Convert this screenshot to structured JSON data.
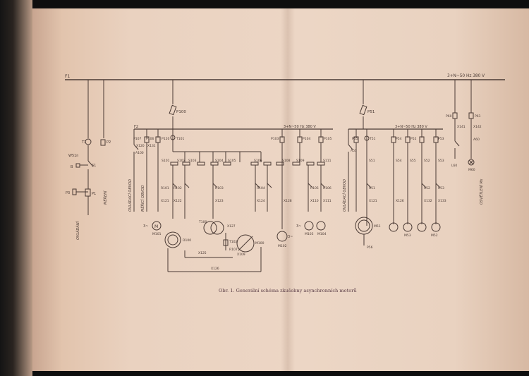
{
  "caption": "Obr. 1. Generální schéma zkušebny asynchronních motorů",
  "main_bus": {
    "left_label": "F1",
    "right_label": "3+N~50 Hz 380 V"
  },
  "feeder_left": "P100",
  "feeder_right": "P51",
  "sub_bus_left": {
    "left_label": "F2",
    "right_label": "3+N~50 Hz 380 V"
  },
  "sub_bus_right": {
    "right_label": "3+N~50 Hz 380 V"
  },
  "left_branch": {
    "items": [
      "T1",
      "P2",
      "W51n",
      "S1",
      "B",
      "P3",
      "P1"
    ],
    "vertical_text": [
      "MĚŘENÍ",
      "OVLÁDÁNÍ"
    ]
  },
  "section_left_top": [
    "P107",
    "P106",
    "P120",
    "T101",
    "P103",
    "P104",
    "P105"
  ],
  "section_left_labels": [
    "X120",
    "X131",
    "A100"
  ],
  "section_left_vertical": [
    "OVLÁDACÍ OBVOD",
    "MĚŘICÍ OBVOD"
  ],
  "contactors_left": [
    "S101",
    "S102",
    "S103",
    "S104",
    "S105",
    "S106",
    "S108",
    "S109",
    "S111"
  ],
  "relays_left": [
    "R101",
    "R102",
    "R103",
    "R104",
    "R105",
    "R106"
  ],
  "cables_left": [
    "X121",
    "X122",
    "X123",
    "X124",
    "X128",
    "X110",
    "X111",
    "X127",
    "X125",
    "X126"
  ],
  "machines_left": [
    "M101",
    "D100",
    "T100",
    "T102",
    "R107",
    "X109",
    "M100",
    "M102",
    "M103",
    "M104"
  ],
  "volt_marks": [
    "3~",
    "3~",
    "3~"
  ],
  "section_right_top": [
    "P55",
    "T51",
    "P54",
    "P52",
    "P53"
  ],
  "section_right_labels": [
    "A51",
    "S51",
    "S54",
    "S55",
    "S52",
    "S53"
  ],
  "section_right_vertical": [
    "OVLÁDACÍ OBVOD"
  ],
  "relays_right": [
    "R51",
    "R52",
    "R53"
  ],
  "cables_right": [
    "X121",
    "X126",
    "X132",
    "X133"
  ],
  "machines_right": [
    "M51",
    "M53",
    "M52",
    "P56"
  ],
  "far_right": {
    "items": [
      "P60",
      "P61",
      "X141",
      "X142",
      "A60",
      "L60",
      "M60"
    ],
    "vertical_text": "OSVĚTLENÍ Ms"
  },
  "colors": {
    "paper": "#ecd6c5",
    "ink": "#4a3a34",
    "caption": "#5a3d46",
    "scan_border": "#111111"
  }
}
